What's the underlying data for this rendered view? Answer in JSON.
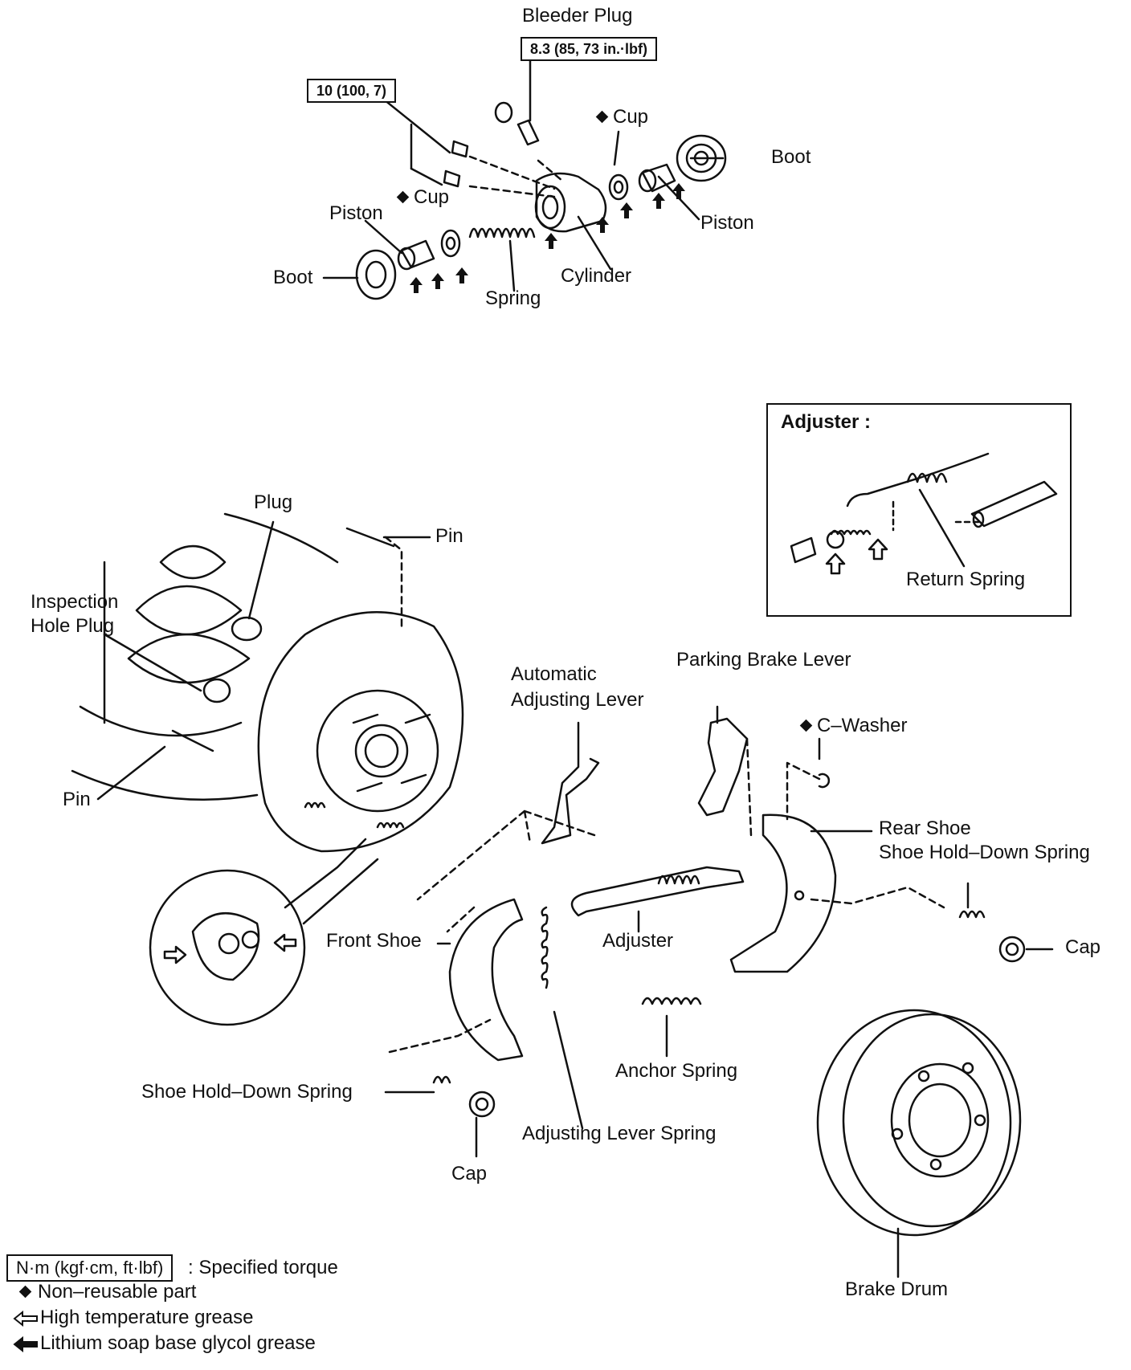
{
  "cylinder": {
    "bleeder_plug": "Bleeder Plug",
    "bleeder_torque": "8.3 (85, 73 in.·lbf)",
    "bolt_torque": "10 (100, 7)",
    "cup_right": "Cup",
    "cup_left": "Cup",
    "boot_right": "Boot",
    "boot_left": "Boot",
    "piston_right": "Piston",
    "piston_left": "Piston",
    "cylinder": "Cylinder",
    "spring": "Spring"
  },
  "adjuster_inset": {
    "title": "Adjuster :",
    "return_spring": "Return Spring"
  },
  "assembly": {
    "plug": "Plug",
    "pin_top": "Pin",
    "inspection_hole_plug_line1": "Inspection",
    "inspection_hole_plug_line2": "Hole Plug",
    "pin_left": "Pin",
    "automatic_adjusting_lever_line1": "Automatic",
    "automatic_adjusting_lever_line2": "Adjusting Lever",
    "parking_brake_lever": "Parking Brake Lever",
    "c_washer": "C–Washer",
    "rear_shoe": "Rear Shoe",
    "shoe_hold_down_spring_right": "Shoe Hold–Down Spring",
    "front_shoe": "Front Shoe",
    "adjuster": "Adjuster",
    "cap_right": "Cap",
    "anchor_spring": "Anchor Spring",
    "shoe_hold_down_spring_left": "Shoe Hold–Down Spring",
    "adjusting_lever_spring": "Adjusting Lever Spring",
    "cap_bottom": "Cap",
    "brake_drum": "Brake Drum"
  },
  "legend": {
    "torque_box": "N·m (kgf·cm, ft·lbf)",
    "torque_text": ": Specified torque",
    "non_reusable": "Non–reusable part",
    "high_temp": "High temperature grease",
    "lithium": "Lithium soap base glycol grease"
  }
}
